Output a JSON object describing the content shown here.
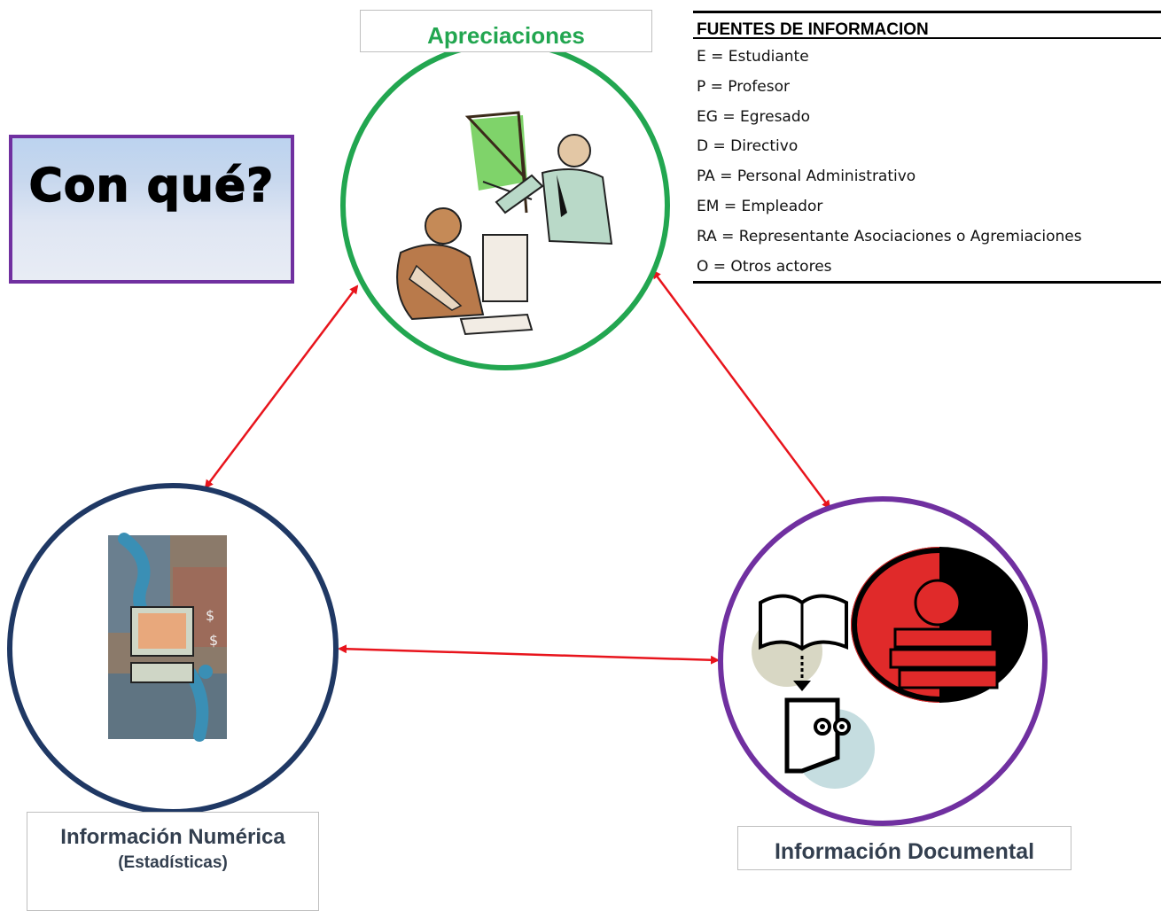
{
  "title_box": {
    "text": "Con qué?"
  },
  "nodes": {
    "apreciaciones": {
      "label": "Apreciaciones",
      "color": "#22a650"
    },
    "numerica": {
      "label": "Información Numérica",
      "sublabel": "(Estadísticas)",
      "color": "#1f3864"
    },
    "documental": {
      "label": "Información Documental",
      "color": "#7030a0"
    }
  },
  "arrow_color": "#e8141c",
  "fuentes": {
    "title": "FUENTES DE INFORMACION",
    "items": [
      "E  = Estudiante",
      "P  = Profesor",
      "EG  = Egresado",
      "D  = Directivo",
      "PA  = Personal Administrativo",
      "EM = Empleador",
      "RA  = Representante Asociaciones o Agremiaciones",
      "O  = Otros actores"
    ]
  }
}
